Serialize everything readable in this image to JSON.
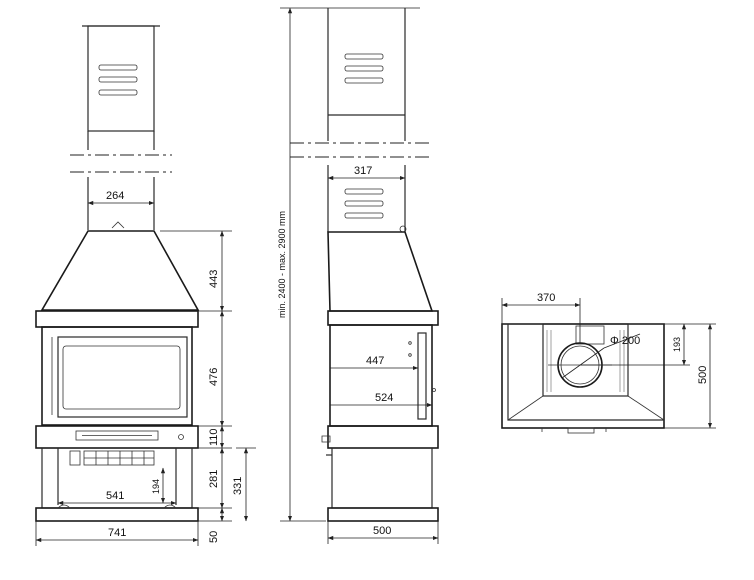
{
  "dimensions": {
    "flue_width_front": "264",
    "hood_height": "443",
    "firebox_height": "476",
    "control_band": "110",
    "storage_height": "281",
    "storage_opening": "194",
    "base_to_top": "331",
    "plinth": "50",
    "storage_width": "541",
    "total_width": "741",
    "flue_width_side": "317",
    "inner_depth": "447",
    "outer_depth": "524",
    "base_depth": "500",
    "total_height_range": "min. 2400  -  max. 2900  mm",
    "plan_offset": "370",
    "flue_diameter": "Φ 200",
    "plan_offset_side": "193",
    "plan_depth": "500"
  }
}
